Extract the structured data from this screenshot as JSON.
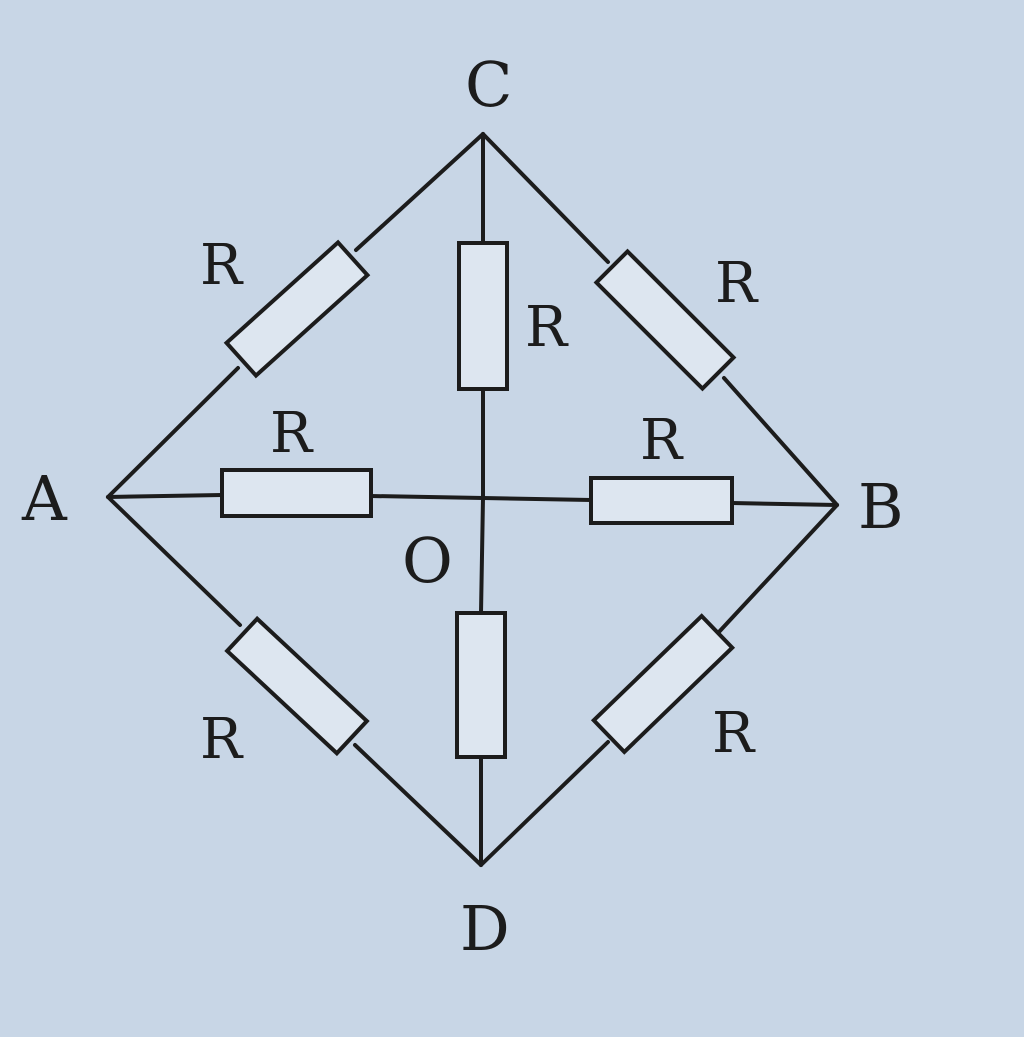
{
  "nodes": {
    "A": "A",
    "B": "B",
    "C": "C",
    "D": "D",
    "O": "O"
  },
  "resistors": {
    "AC": "R",
    "CO": "R",
    "CB": "R",
    "AO": "R",
    "OB": "R",
    "AD": "R",
    "BD": "R"
  },
  "colors": {
    "background": "#c8d6e6",
    "ink": "#1c1c1c"
  }
}
